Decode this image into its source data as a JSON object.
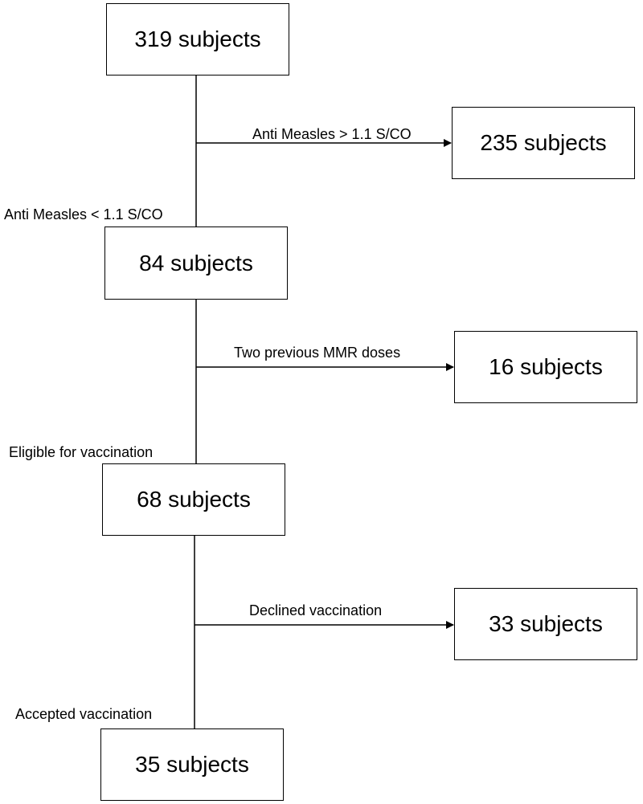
{
  "flow": {
    "main_boxes": [
      {
        "text": "319 subjects"
      },
      {
        "text": "84 subjects"
      },
      {
        "text": "68 subjects"
      },
      {
        "text": "35 subjects"
      }
    ],
    "side_boxes": [
      {
        "text": "235 subjects"
      },
      {
        "text": "16 subjects"
      },
      {
        "text": "33 subjects"
      }
    ],
    "branch_labels": [
      {
        "text": "Anti Measles > 1.1 S/CO"
      },
      {
        "text": "Two previous MMR doses"
      },
      {
        "text": "Declined vaccination"
      }
    ],
    "step_labels": [
      {
        "text": "Anti Measles < 1.1 S/CO"
      },
      {
        "text": "Eligible for vaccination"
      },
      {
        "text": "Accepted vaccination"
      }
    ]
  }
}
